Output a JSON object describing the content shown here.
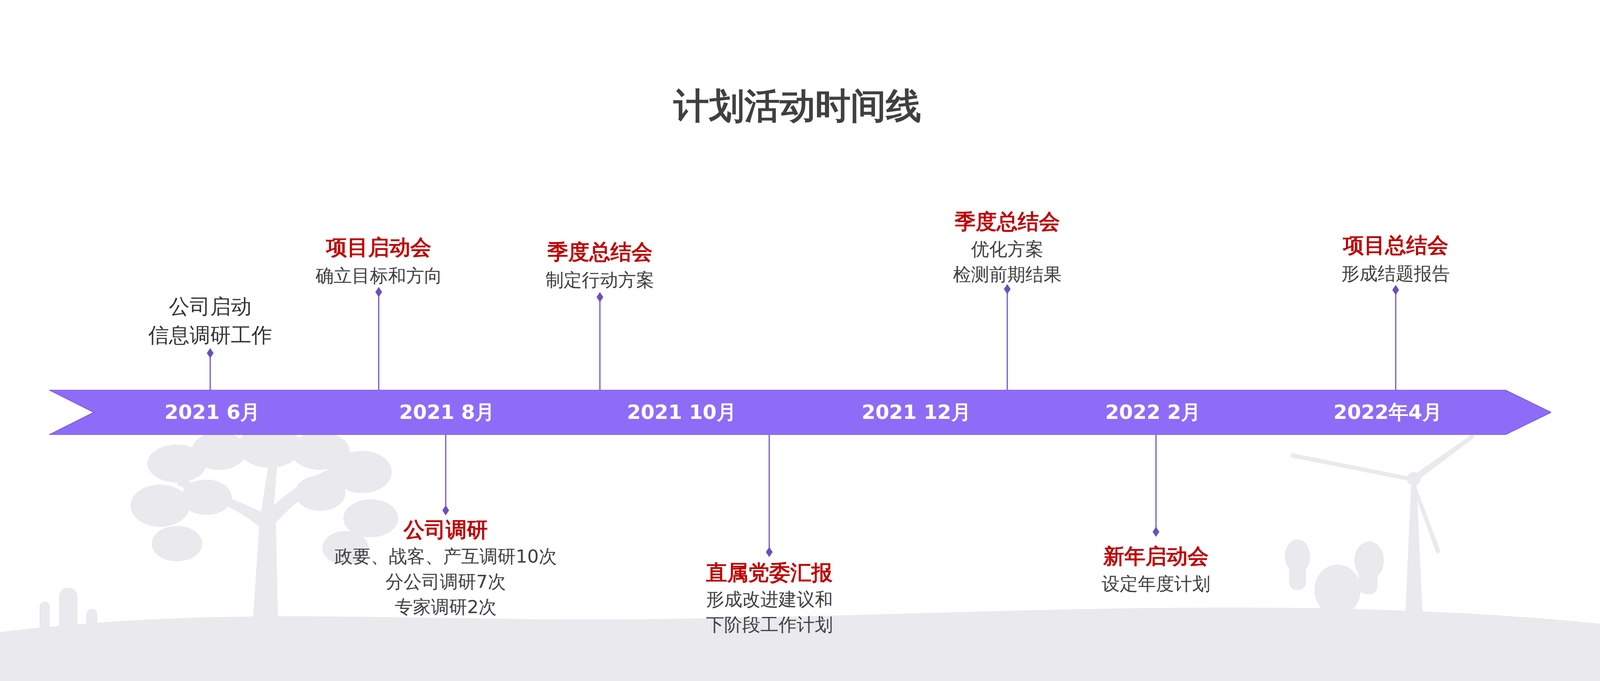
{
  "diagram": {
    "title": "计划活动时间线",
    "nodes": [
      {
        "text": [
          "2021 6月",
          "2021 8月",
          "2021 10月",
          "2021 12月",
          "2022 2月",
          "2022年4月"
        ]
      }
    ],
    "labels": [
      "公司启动 信息调研工作",
      "项目启动会",
      "确立目标和方向",
      "公司调研",
      "政要、战客、产互调研10次 分公司调研7次 专家调研2次",
      "季度总结会",
      "制定行动方案",
      "直属党委汇报",
      "形成改进建议和 下阶段工作计划",
      "季度总结会",
      "优化方案 检测前期结果",
      "新年启动会",
      "设定年度计划",
      "项目总结会",
      "形成结题报告"
    ]
  }
}
